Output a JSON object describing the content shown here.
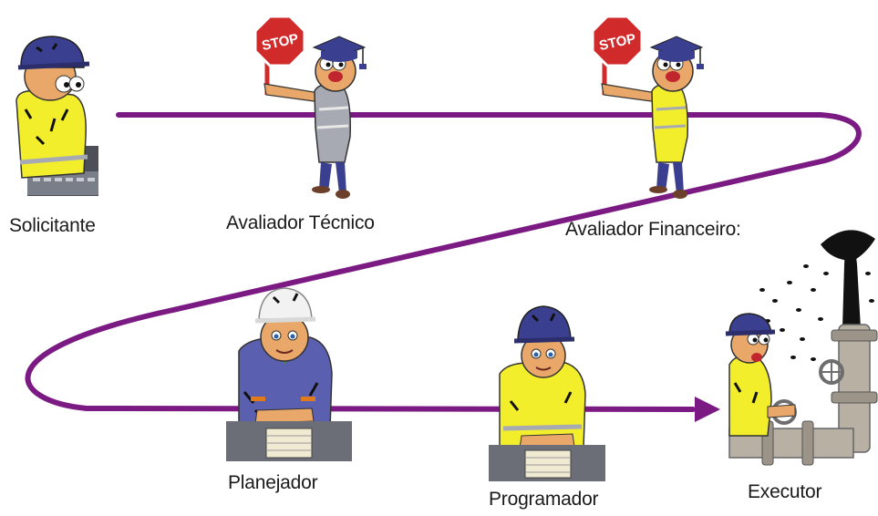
{
  "flow": {
    "arrow_color": "#7b1a83",
    "roles": [
      {
        "id": "solicitante",
        "label": "Solicitante"
      },
      {
        "id": "avaliador-tecnico",
        "label": "Avaliador Técnico"
      },
      {
        "id": "avaliador-financeiro",
        "label": "Avaliador Financeiro:"
      },
      {
        "id": "planejador",
        "label": "Planejador"
      },
      {
        "id": "programador",
        "label": "Programador"
      },
      {
        "id": "executor",
        "label": "Executor"
      }
    ]
  },
  "signs": {
    "stop_text": "STOP"
  },
  "colors": {
    "helmet_navy": "#3b3f8f",
    "helmet_white": "#f2f2f2",
    "vest_yellow": "#f3ee2b",
    "vest_grey": "#a7aab3",
    "skin": "#e9a86a",
    "oil": "#111111",
    "pipe": "#b9b0a4",
    "valve": "#6d6d6d"
  }
}
